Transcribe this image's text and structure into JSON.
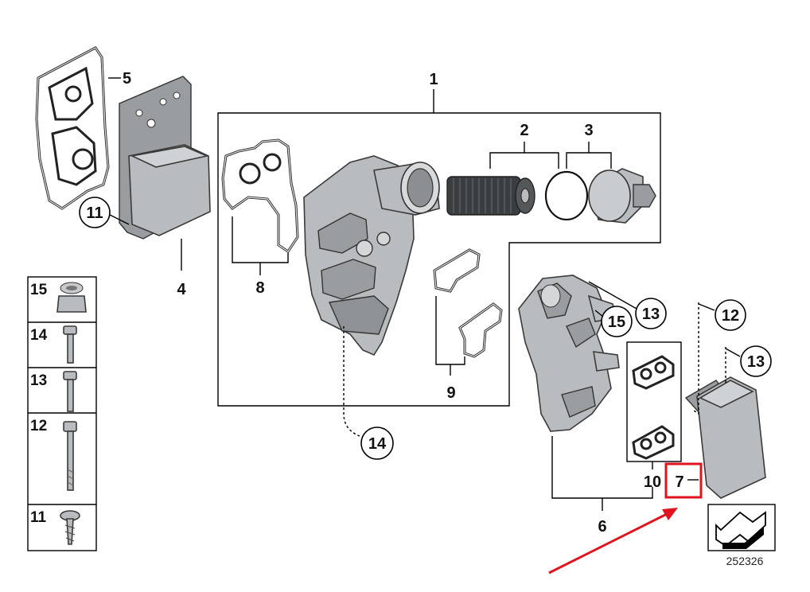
{
  "diagram": {
    "labels": {
      "l1": "1",
      "l2": "2",
      "l3": "3",
      "l4": "4",
      "l5": "5",
      "l6": "6",
      "l7": "7",
      "l8": "8",
      "l9": "9",
      "l10": "10",
      "l11": "11",
      "l12": "12",
      "l13a": "13",
      "l13b": "13",
      "l14": "14",
      "l15": "15"
    },
    "sidebar": {
      "r15": "15",
      "r14": "14",
      "r13": "13",
      "r12": "12",
      "r11": "11"
    },
    "figure_number": "252326",
    "highlight_color": "#e0141e",
    "arrow_color": "#e0141e"
  }
}
